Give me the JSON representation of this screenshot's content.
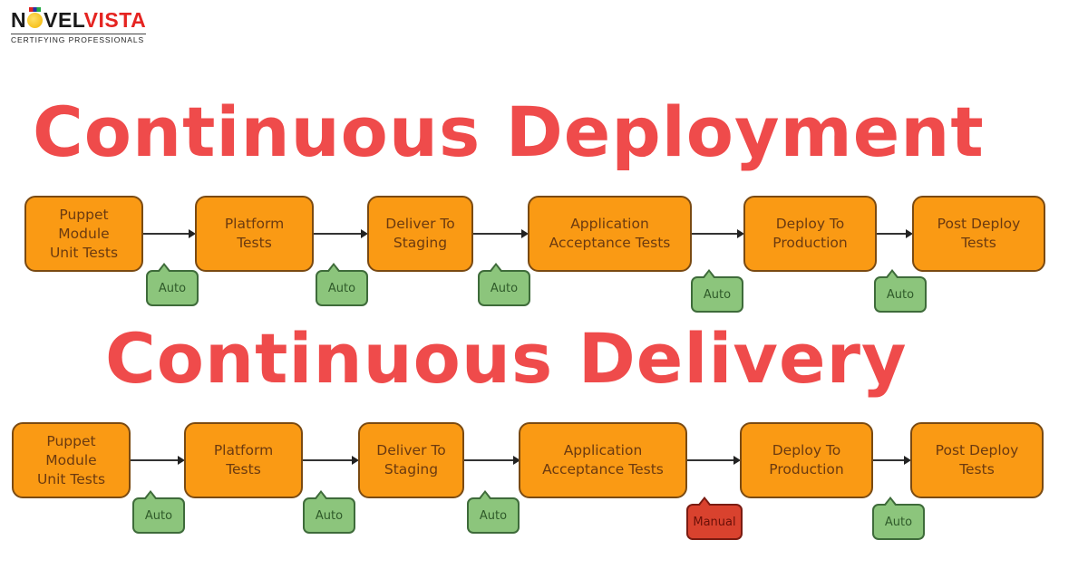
{
  "logo": {
    "brand_part1_a": "N",
    "brand_part1_b": "VEL",
    "brand_part2": "VISTA",
    "tagline": "CERTIFYING PROFESSIONALS"
  },
  "colors": {
    "title": "#ef4b4b",
    "stage_fill": "#fa9a14",
    "auto_gate": "#8cc57c",
    "manual_gate": "#d9422e"
  },
  "diagrams": [
    {
      "title": "Continuous Deployment",
      "stages": [
        {
          "label": "Puppet\nModule\nUnit Tests"
        },
        {
          "label": "Platform\nTests"
        },
        {
          "label": "Deliver To\nStaging"
        },
        {
          "label": "Application\nAcceptance Tests"
        },
        {
          "label": "Deploy To\nProduction"
        },
        {
          "label": "Post Deploy\nTests"
        }
      ],
      "gates": [
        {
          "label": "Auto",
          "type": "auto"
        },
        {
          "label": "Auto",
          "type": "auto"
        },
        {
          "label": "Auto",
          "type": "auto"
        },
        {
          "label": "Auto",
          "type": "auto"
        },
        {
          "label": "Auto",
          "type": "auto"
        }
      ]
    },
    {
      "title": "Continuous Delivery",
      "stages": [
        {
          "label": "Puppet\nModule\nUnit Tests"
        },
        {
          "label": "Platform\nTests"
        },
        {
          "label": "Deliver To\nStaging"
        },
        {
          "label": "Application\nAcceptance Tests"
        },
        {
          "label": "Deploy To\nProduction"
        },
        {
          "label": "Post Deploy\nTests"
        }
      ],
      "gates": [
        {
          "label": "Auto",
          "type": "auto"
        },
        {
          "label": "Auto",
          "type": "auto"
        },
        {
          "label": "Auto",
          "type": "auto"
        },
        {
          "label": "Manual",
          "type": "manual"
        },
        {
          "label": "Auto",
          "type": "auto"
        }
      ]
    }
  ]
}
